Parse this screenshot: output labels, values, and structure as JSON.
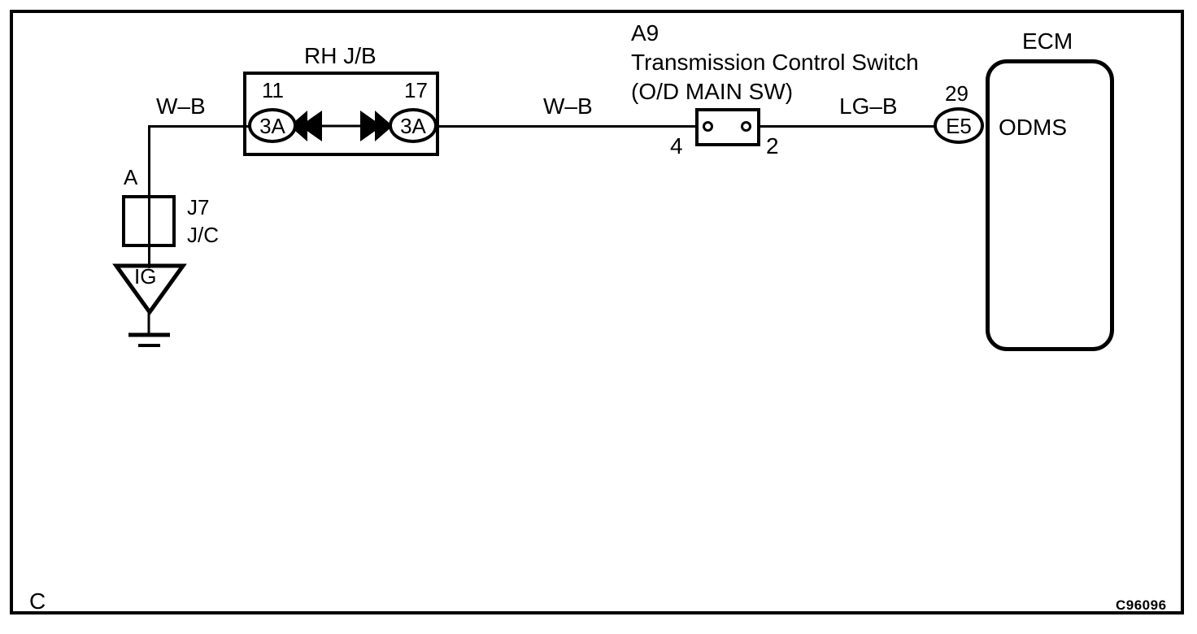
{
  "diagram": {
    "title_code": "C96096",
    "page_letter": "C",
    "type": "wiring-diagram",
    "description": "Transmission Control Switch (O/D MAIN SW) to ECM wiring diagram"
  },
  "junction_block": {
    "name": "RH J/B",
    "left_terminal_number": "11",
    "left_terminal_label": "3A",
    "right_terminal_number": "17",
    "right_terminal_label": "3A"
  },
  "joint_connector": {
    "point_label": "A",
    "name": "J7",
    "type": "J/C",
    "ground_label": "IG"
  },
  "switch": {
    "code": "A9",
    "name": "Transmission Control Switch",
    "subname": "(O/D MAIN SW)",
    "pin_left": "4",
    "pin_right": "2"
  },
  "ecm": {
    "title": "ECM",
    "connector_number": "29",
    "connector_label": "E5",
    "pin_name": "ODMS"
  },
  "wires": [
    {
      "id": "w1",
      "label": "W–B",
      "from": "J7 J/C",
      "to": "RH J/B 11 (3A)"
    },
    {
      "id": "w2",
      "label": "W–B",
      "from": "RH J/B 17 (3A)",
      "to": "A9 pin 4"
    },
    {
      "id": "w3",
      "label": "LG–B",
      "from": "A9 pin 2",
      "to": "ECM E5-29 (ODMS)"
    }
  ],
  "colors": {
    "line": "#000000",
    "background": "#ffffff"
  }
}
